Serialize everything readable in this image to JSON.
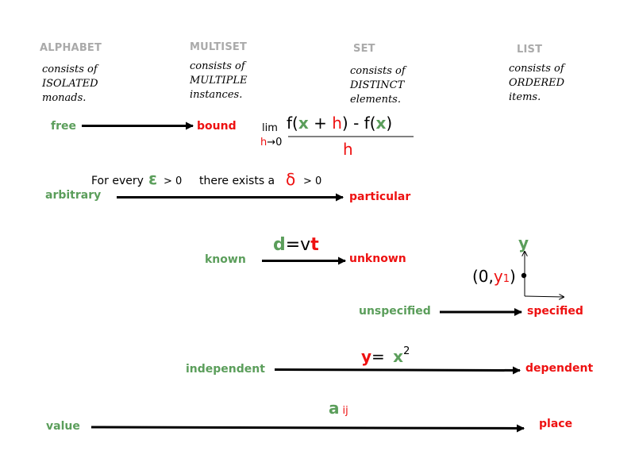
{
  "headers": {
    "alphabet": "ALPHABET",
    "multiset": "MULTISET",
    "set": "SET",
    "list": "LIST"
  },
  "descriptions": {
    "alphabet": "consists of\nISOLATED\nmonads.",
    "multiset": "consists of\nMULTIPLE\ninstances.",
    "set": "consists of\nDISTINCT\nelements.",
    "list": "consists of\nORDERED\nitems."
  },
  "pairs": {
    "free": "free",
    "bound": "bound",
    "arbitrary": "arbitrary",
    "particular": "particular",
    "known": "known",
    "unknown": "unknown",
    "unspecified": "unspecified",
    "specified": "specified",
    "independent": "independent",
    "dependent": "dependent",
    "value": "value",
    "place": "place"
  },
  "limit": {
    "lim": "lim",
    "h": "h",
    "arrow0": "→0",
    "f_open": "f(",
    "x": "x",
    "plus": "+",
    "h2": "h",
    "close_minus": ")  -  f(",
    "x2": "x",
    "close": ")",
    "denominator": "h"
  },
  "epsilon_delta": {
    "for_every": "For every",
    "epsilon": "ε",
    "gt0a": "> 0",
    "there_exists": "there exists a",
    "delta": "δ",
    "gt0b": "> 0"
  },
  "dvt": {
    "d": "d",
    "eq_v": "=v",
    "t": "t"
  },
  "point": {
    "open": "(0,",
    "y": "y",
    "sub": "1",
    "close": ")",
    "axis_y": "y"
  },
  "function": {
    "y": "y",
    "eq": "=",
    "x": "x",
    "exp": "2"
  },
  "matrix": {
    "a": "a",
    "sub": "ij"
  },
  "colors": {
    "green": "#5b9e5b",
    "red": "#ee1111",
    "header_gray": "#aaaaaa"
  }
}
